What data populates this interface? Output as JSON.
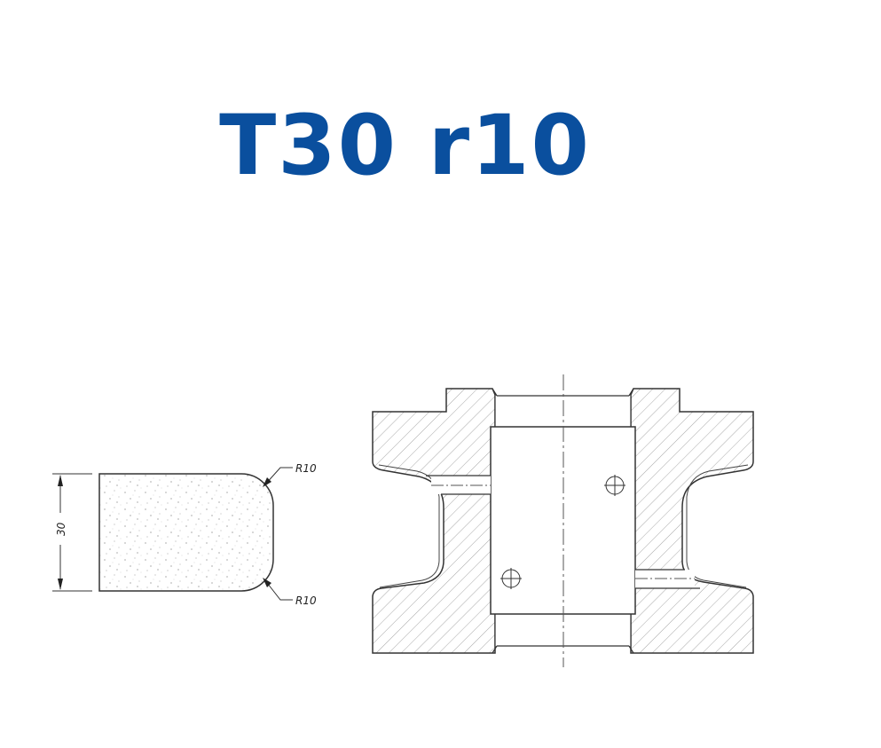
{
  "title": "T30 r10",
  "colors": {
    "title": "#0a4f9e",
    "line": "#333333",
    "hatch": "#9a9a9a"
  },
  "profile_drawing": {
    "height_dimension": "30",
    "top_radius_label": "R10",
    "bottom_radius_label": "R10",
    "fill_pattern": "stipple"
  },
  "section_drawing": {
    "view": "cross-section",
    "hatching": "diagonal",
    "centerline": "vertical dash-dot",
    "features": [
      "stepped-flange",
      "central-bore",
      "sleeve",
      "radial-channel-left",
      "radial-channel-right",
      "hole-mark-upper-right",
      "hole-mark-lower-left",
      "profile-groove-r10"
    ]
  }
}
